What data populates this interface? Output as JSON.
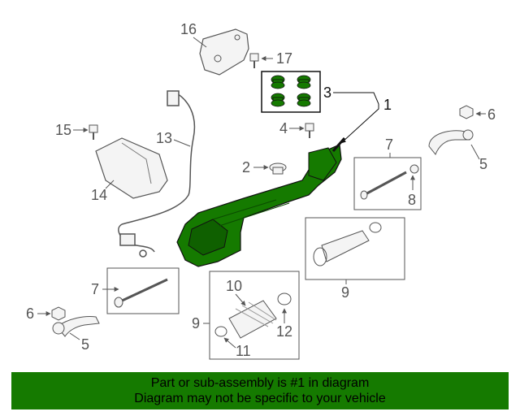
{
  "colors": {
    "highlight": "#157a00",
    "banner_bg": "#157a00",
    "line": "#555555",
    "part_fill": "#f2f2f2"
  },
  "callouts": {
    "c1": "1",
    "c2": "2",
    "c3": "3",
    "c4": "4",
    "c5a": "5",
    "c5b": "5",
    "c6a": "6",
    "c6b": "6",
    "c7a": "7",
    "c7b": "7",
    "c8": "8",
    "c9a": "9",
    "c9b": "9",
    "c10": "10",
    "c11": "11",
    "c12": "12",
    "c13": "13",
    "c14": "14",
    "c15": "15",
    "c16": "16",
    "c17": "17"
  },
  "banner": {
    "line1": "Part or sub-assembly is #1 in diagram",
    "line2": "Diagram may not be specific to your vehicle"
  }
}
